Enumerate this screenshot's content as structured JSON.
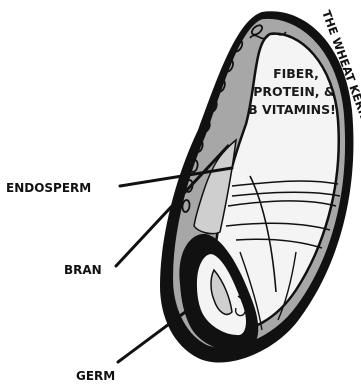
{
  "diagram": {
    "rotated_title": "THE WHEAT KERNEL",
    "callout_lines": [
      "FIBER,",
      "PROTEIN, &",
      "B VITAMINS!"
    ],
    "labels": {
      "endosperm": "ENDOSPERM",
      "bran": "BRAN",
      "germ": "GERM"
    },
    "colors": {
      "ink": "#111111",
      "bran_gray": "#a7a7a7",
      "endosperm_gray": "#cfcfcf",
      "highlight": "#f4f4f4"
    }
  }
}
